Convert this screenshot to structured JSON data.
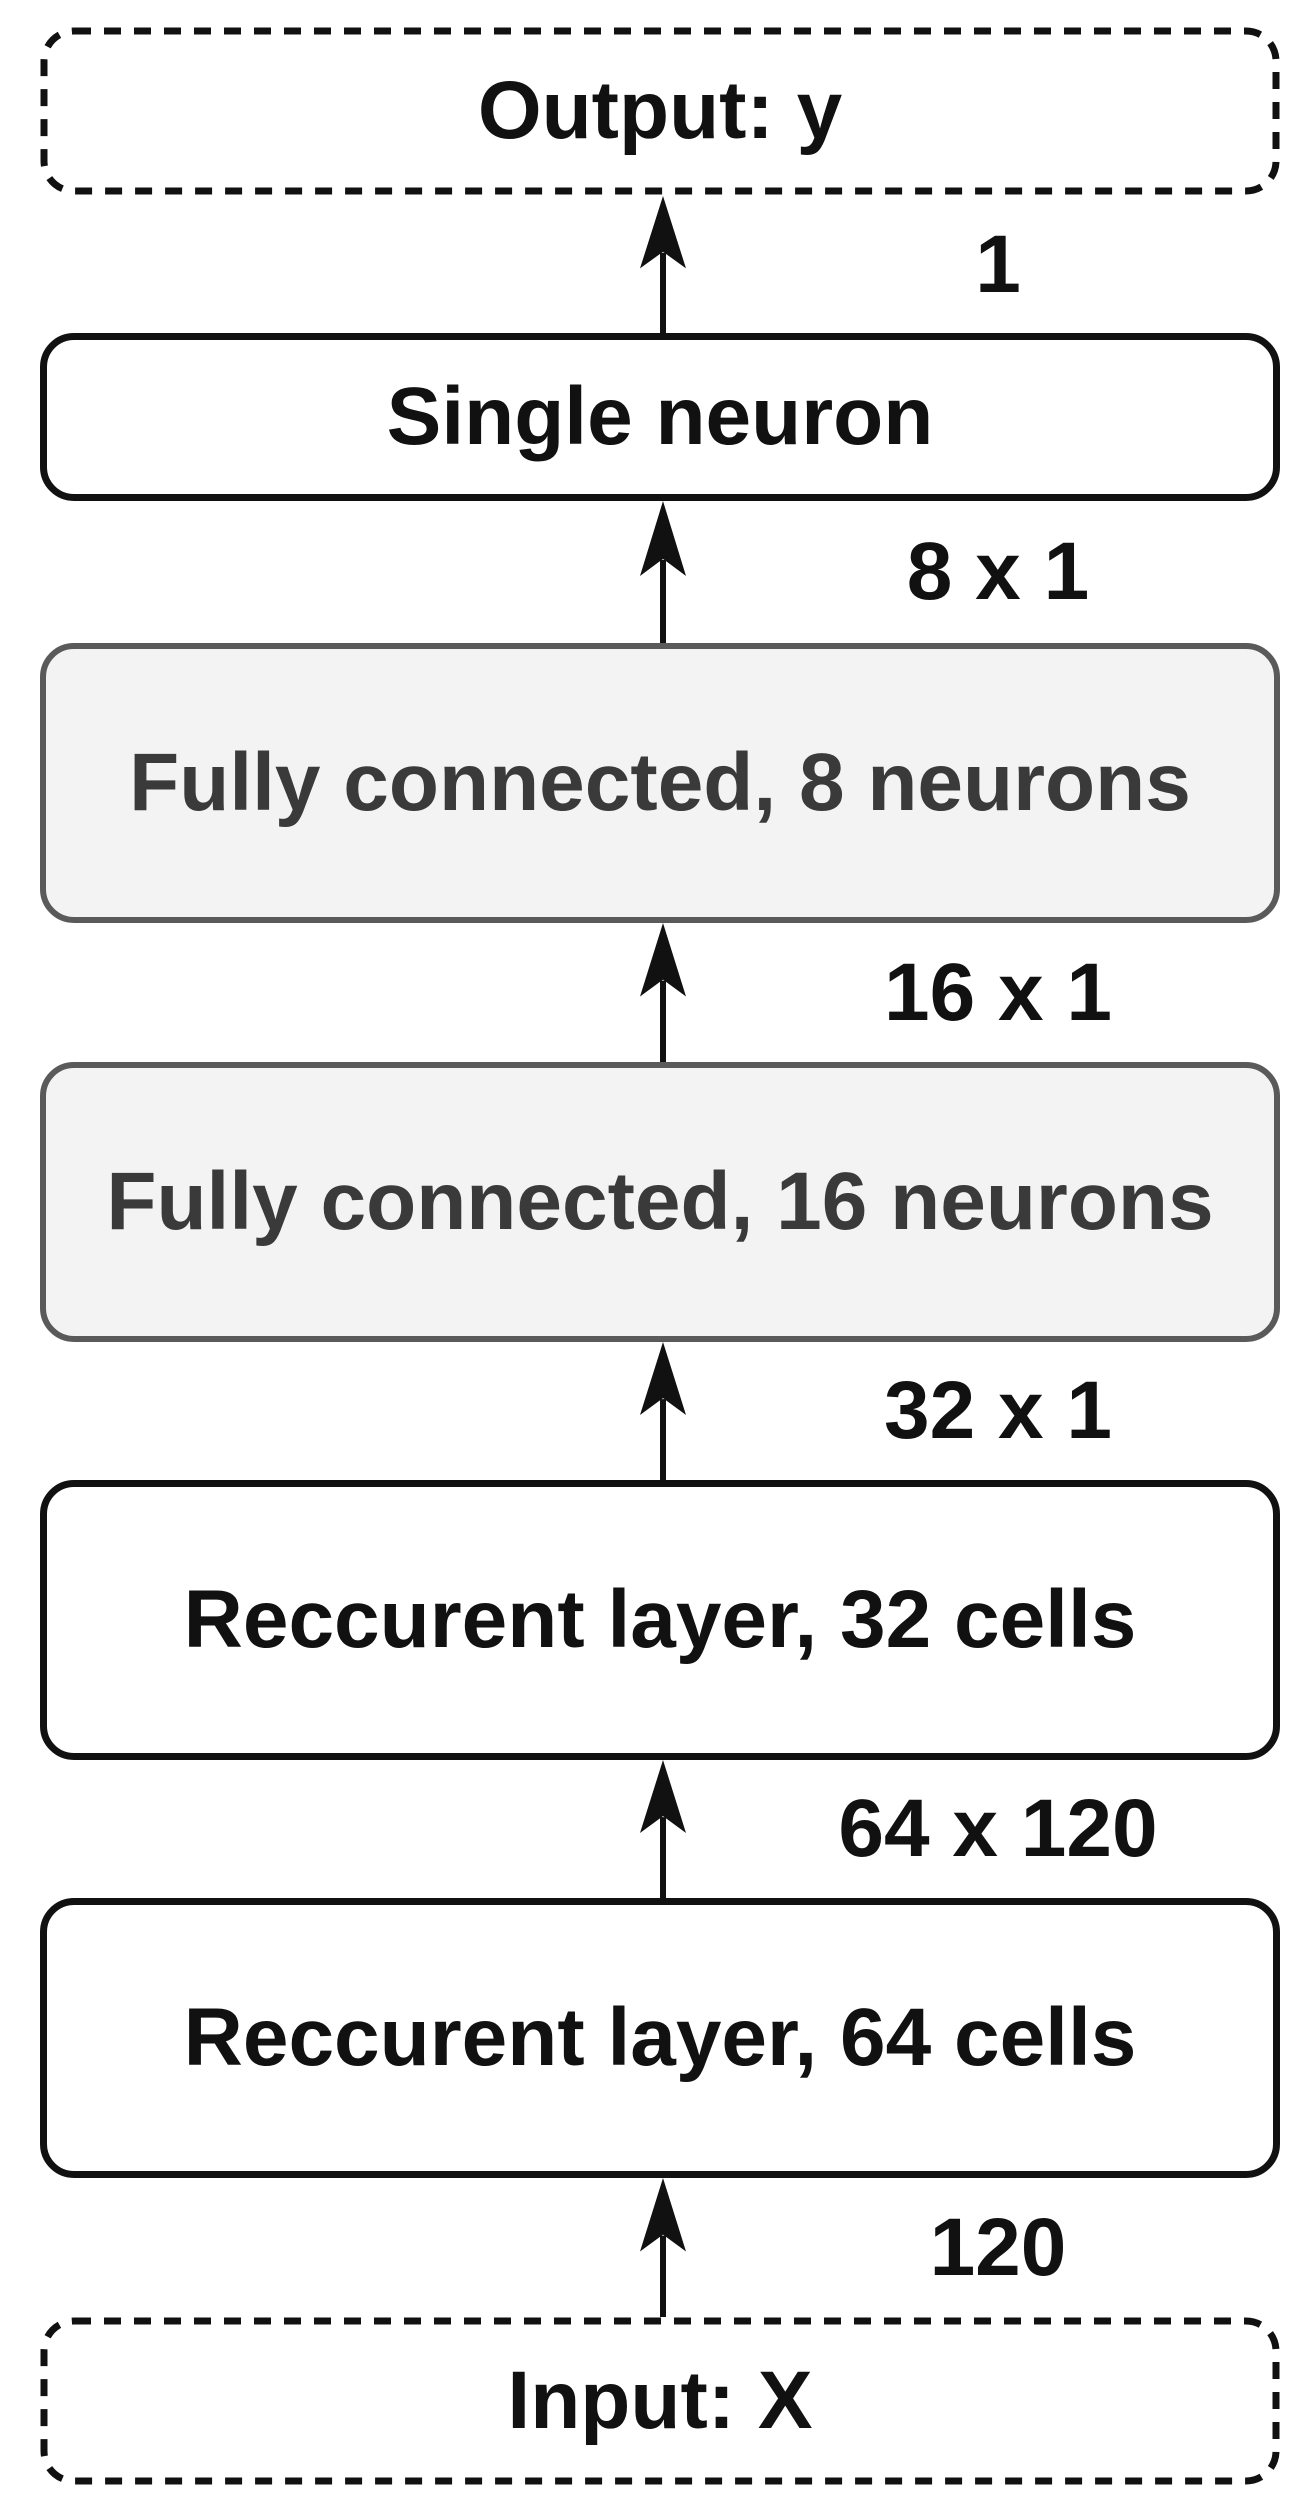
{
  "diagram": {
    "type": "flowchart",
    "description": "Neural network model architecture, data flowing bottom to top",
    "nodes": [
      {
        "id": "output",
        "label": "Output: y",
        "style": "dashed"
      },
      {
        "id": "single-neuron",
        "label": "Single neuron",
        "style": "solid"
      },
      {
        "id": "fc-8",
        "label": "Fully connected, 8 neurons",
        "style": "gray"
      },
      {
        "id": "fc-16",
        "label": "Fully connected, 16 neurons",
        "style": "gray"
      },
      {
        "id": "recurrent-32",
        "label": "Reccurent layer, 32 cells",
        "style": "solid"
      },
      {
        "id": "recurrent-64",
        "label": "Reccurent layer, 64 cells",
        "style": "solid"
      },
      {
        "id": "input",
        "label": "Input: X",
        "style": "dashed"
      }
    ],
    "arrows": [
      {
        "from": "single-neuron",
        "to": "output",
        "label": "1"
      },
      {
        "from": "fc-8",
        "to": "single-neuron",
        "label": "8 x 1"
      },
      {
        "from": "fc-16",
        "to": "fc-8",
        "label": "16 x 1"
      },
      {
        "from": "recurrent-32",
        "to": "fc-16",
        "label": "32 x 1"
      },
      {
        "from": "recurrent-64",
        "to": "recurrent-32",
        "label": "64 x 120"
      },
      {
        "from": "input",
        "to": "recurrent-64",
        "label": "120"
      }
    ],
    "colors": {
      "line_black": "#111111",
      "box_fill_white": "#ffffff",
      "gray_box_fill": "#f3f3f3",
      "gray_box_border": "#5a5a5a",
      "gray_box_text": "#3a3a3a"
    }
  }
}
